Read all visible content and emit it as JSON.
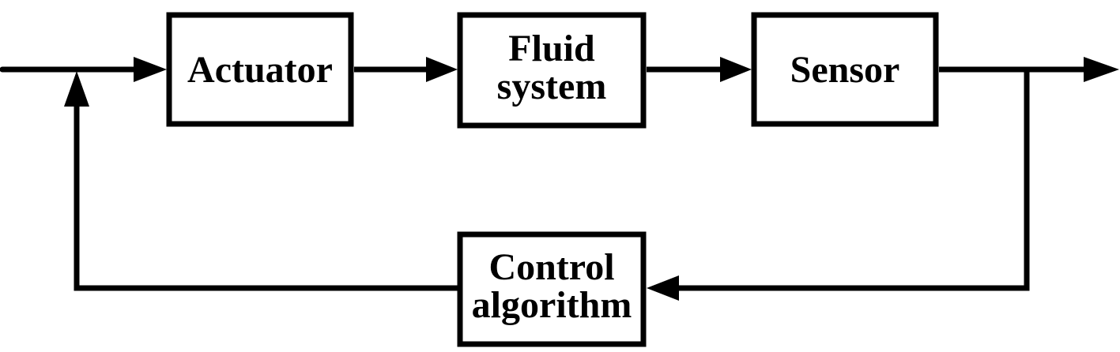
{
  "diagram": {
    "type": "block-diagram",
    "subject": "closed-loop fluid control system",
    "colors": {
      "background": "#ffffff",
      "stroke": "#000000",
      "text": "#000000"
    },
    "nodes": [
      {
        "id": "actuator",
        "lines": [
          "Actuator"
        ]
      },
      {
        "id": "fluid-system",
        "lines": [
          "Fluid",
          "system"
        ]
      },
      {
        "id": "sensor",
        "lines": [
          "Sensor"
        ]
      },
      {
        "id": "control-algorithm",
        "lines": [
          "Control",
          "algorithm"
        ]
      }
    ],
    "edges": [
      {
        "id": "input-to-actuator",
        "from": "input",
        "to": "actuator",
        "arrow": true
      },
      {
        "id": "actuator-to-fluid-system",
        "from": "actuator",
        "to": "fluid-system",
        "arrow": true
      },
      {
        "id": "fluid-system-to-sensor",
        "from": "fluid-system",
        "to": "sensor",
        "arrow": true
      },
      {
        "id": "sensor-to-output",
        "from": "sensor",
        "to": "output",
        "arrow": true
      },
      {
        "id": "branch-to-control",
        "from": "sensor-output-tap",
        "to": "control-algorithm",
        "arrow": true
      },
      {
        "id": "control-to-input",
        "from": "control-algorithm",
        "to": "input-junction",
        "arrow": true
      }
    ]
  }
}
